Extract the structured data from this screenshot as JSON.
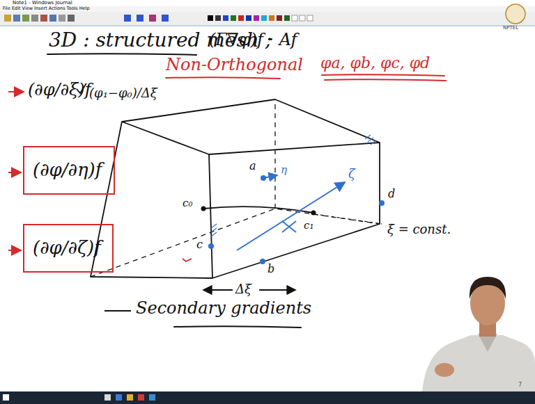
{
  "diagram": {
    "title": "3D : structured mesh ;",
    "nodes": [
      {
        "text": [
          "(∂φ/∂η)f"
        ]
      },
      {
        "text": [
          "(∂φ/∂ζ)f"
        ]
      }
    ],
    "labels": [
      "Note1 - Windows Journal",
      "File Edit View Insert Actions Tools Help",
      "NPTEL",
      "(Γ∇φ)f · Af",
      "Non-Orthogonal",
      "φa, φb, φc, φd",
      "(∂φ/∂ξ)f",
      "(φ₁−φ₀)/Δξ",
      "a",
      "η",
      "ζ",
      "d",
      "c₀",
      "c₁",
      "c",
      "b",
      "ξ = const.",
      "Δξ",
      "Secondary gradients",
      "7"
    ]
  }
}
